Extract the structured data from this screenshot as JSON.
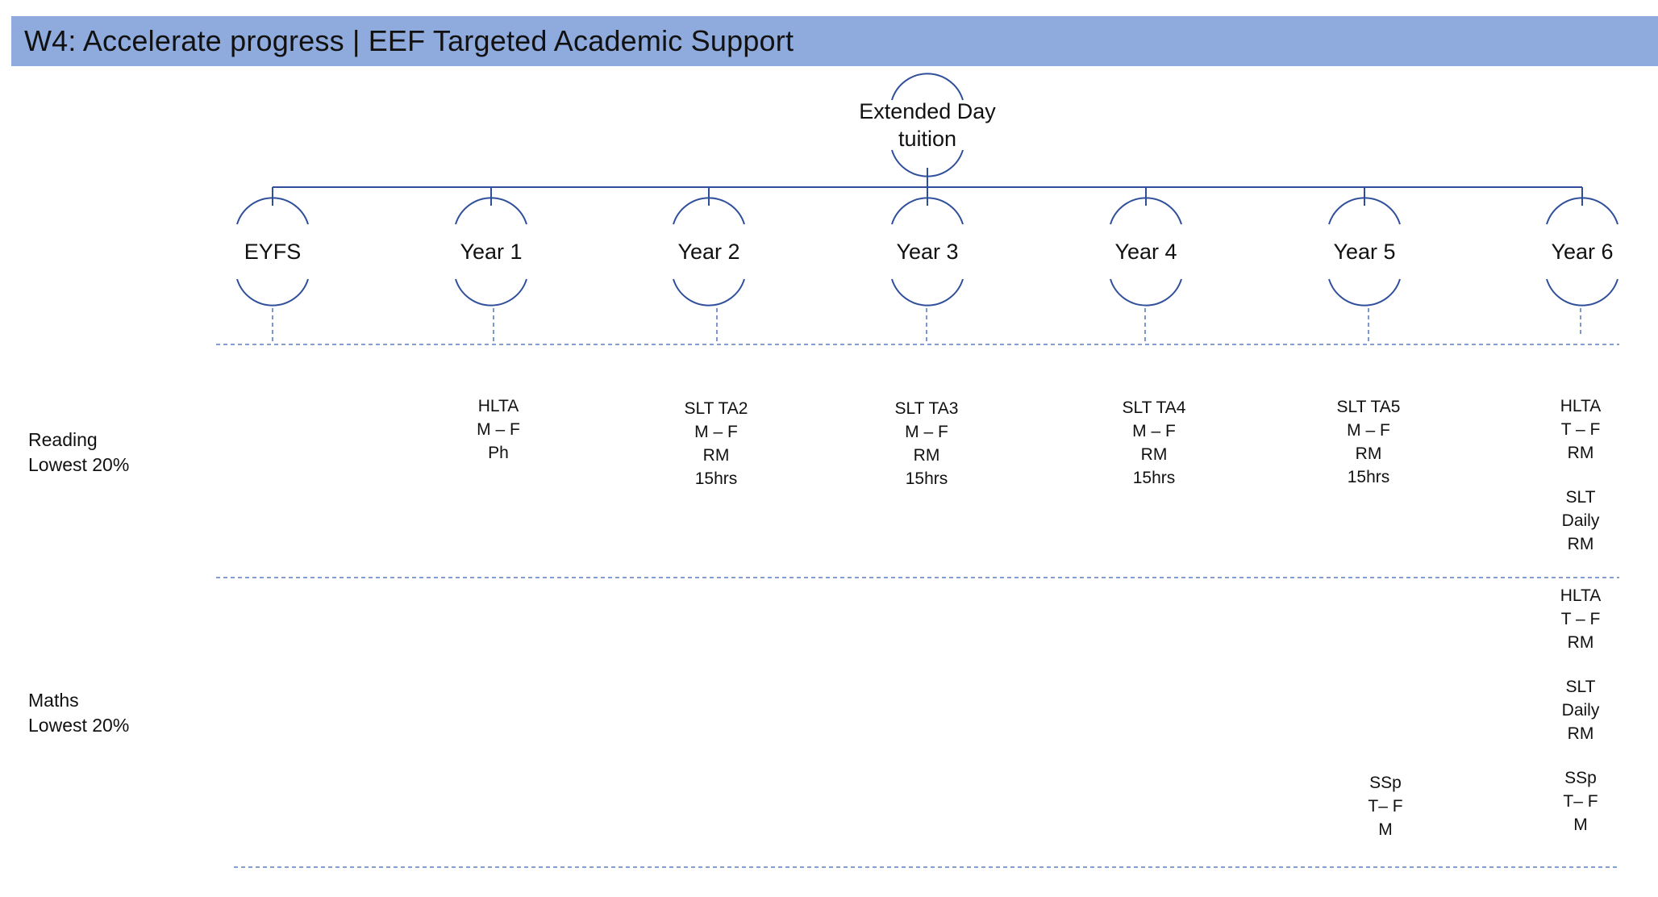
{
  "title": "W4: Accelerate progress | EEF Targeted Academic Support",
  "colors": {
    "banner": "#8faadc",
    "line": "#2f4f9a",
    "dashed": "#5b7ec0"
  },
  "root": {
    "lines": [
      "Extended Day",
      "tuition"
    ]
  },
  "years": [
    "EYFS",
    "Year 1",
    "Year 2",
    "Year 3",
    "Year 4",
    "Year 5",
    "Year 6"
  ],
  "rows": {
    "reading": {
      "label": [
        "Reading",
        "Lowest 20%"
      ]
    },
    "maths": {
      "label": [
        "Maths",
        "Lowest 20%"
      ]
    }
  },
  "cells": {
    "reading": {
      "year1": [
        [
          "HLTA",
          "M – F",
          "Ph"
        ]
      ],
      "year2": [
        [
          "SLT TA2",
          "M – F",
          "RM",
          "15hrs"
        ]
      ],
      "year3": [
        [
          "SLT TA3",
          "M – F",
          "RM",
          "15hrs"
        ]
      ],
      "year4": [
        [
          "SLT TA4",
          "M – F",
          "RM",
          "15hrs"
        ]
      ],
      "year5": [
        [
          "SLT TA5",
          "M – F",
          "RM",
          "15hrs"
        ]
      ],
      "year6": [
        [
          "HLTA",
          "T – F",
          "RM"
        ],
        [
          "SLT",
          "Daily",
          "RM"
        ]
      ]
    },
    "maths": {
      "year5": [
        [
          "SSp",
          "T– F",
          "M"
        ]
      ],
      "year6": [
        [
          "HLTA",
          "T – F",
          "RM"
        ],
        [
          "SLT",
          "Daily",
          "RM"
        ],
        [
          "SSp",
          "T– F",
          "M"
        ]
      ]
    }
  }
}
